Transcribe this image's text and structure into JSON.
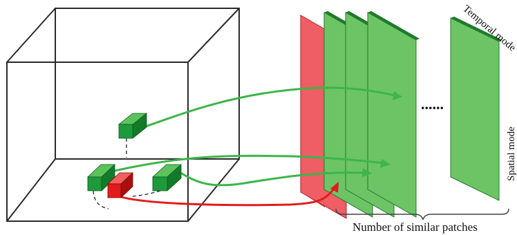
{
  "labels": {
    "temporal_mode": "Temporal mode",
    "spatial_mode": "Spatial mode",
    "ellipsis": "......",
    "caption": "Number of similar patches"
  },
  "colors": {
    "cube_edge": "#2a2a2a",
    "green_front": "#1e9a3c",
    "green_top": "#5cc35c",
    "green_side": "#137a2a",
    "red_front": "#e31b1b",
    "red_top": "#f26060",
    "red_side": "#a80f0f",
    "green_slice": "#6cc465",
    "green_slice_edge": "#1f7a2c",
    "red_slice": "#ef5e64",
    "red_slice_edge": "#b3202a",
    "green_arrow": "#3db54a",
    "red_arrow": "#e21b1b",
    "brace": "#444444"
  }
}
